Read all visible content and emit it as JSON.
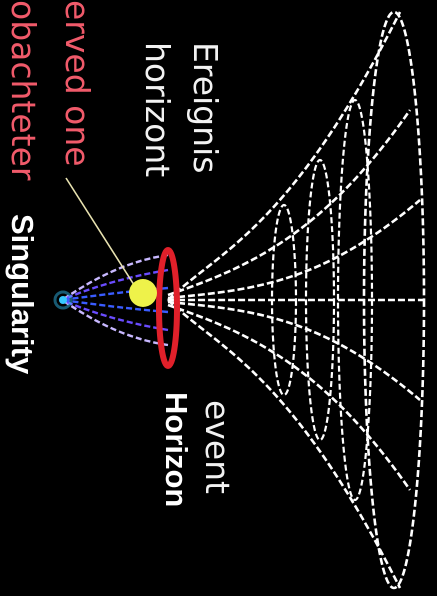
{
  "labels": {
    "ereignis": "Ereignis",
    "horizont": "horizont",
    "observed": "erved one",
    "beobachter": "obachteter",
    "singularity": "Singularity",
    "event": "event",
    "horizon": "Horizon"
  },
  "colors": {
    "background": "#000000",
    "funnel_lines": "#ffffff",
    "inner_lines": "#6a4cff",
    "event_horizon_ring": "#e0202a",
    "observer_dot": "#eef24a",
    "singularity_glow": "#36c8ff",
    "observer_text": "#f05a6a"
  }
}
